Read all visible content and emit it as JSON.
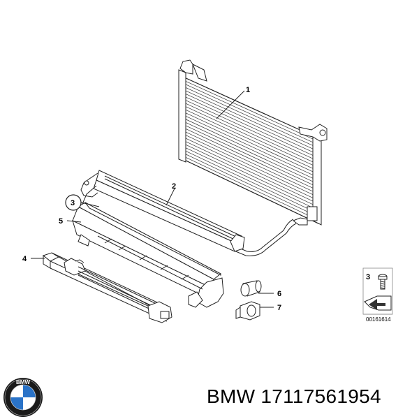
{
  "diagram": {
    "callouts": {
      "c1": "1",
      "c2": "2",
      "c3": "3",
      "c4": "4",
      "c5": "5",
      "c6": "6",
      "c7": "7"
    },
    "inset": {
      "callout": "3",
      "code": "00161614"
    }
  },
  "logo": {
    "text": "BMW",
    "colors": {
      "ring": "#1a1a1a",
      "blue": "#2a73c8",
      "white": "#ffffff"
    }
  },
  "footer": {
    "brand": "BMW",
    "part_number": "17117561954"
  }
}
